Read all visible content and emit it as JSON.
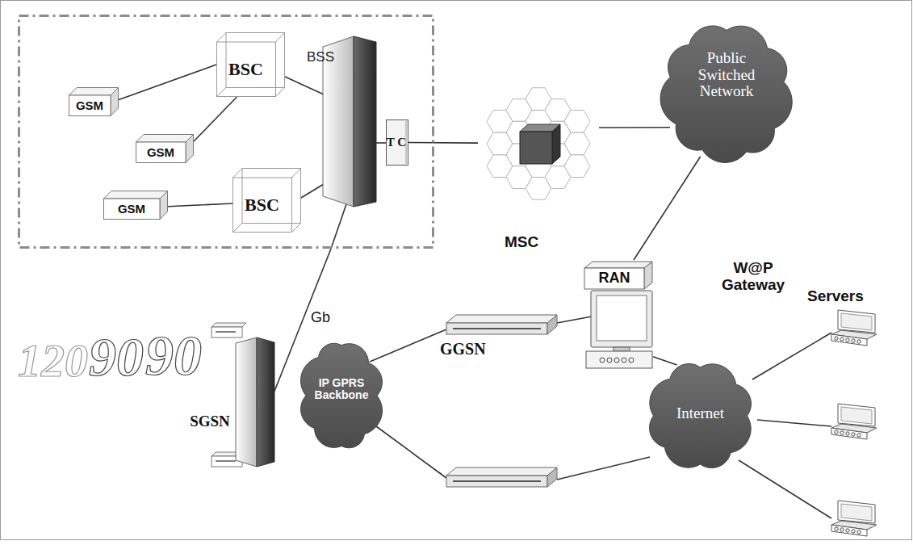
{
  "diagram": {
    "nodes": [
      {
        "text": [
          "BSS"
        ]
      },
      {
        "text": [
          "GSM"
        ],
        "in": 0
      },
      {
        "text": [
          "GSM"
        ],
        "in": 0
      },
      {
        "text": [
          "GSM"
        ],
        "in": 0
      },
      {
        "text": [
          "BSC"
        ],
        "in": 0
      },
      {
        "text": [
          "BSC"
        ],
        "in": 0
      },
      {
        "text": [
          "T C"
        ],
        "in": 0
      },
      {
        "text": [
          "MSC"
        ]
      },
      {
        "text": [
          "Public Switched Network"
        ]
      },
      {
        "text": [
          "RAN"
        ]
      },
      {
        "text": [
          "SGSN"
        ]
      },
      {
        "text": [
          "IP GPRS Backbone"
        ]
      },
      {
        "text": [
          "Internet"
        ]
      }
    ],
    "edges": [
      {
        "from": 1,
        "to": 4,
        "arrow": "none"
      },
      {
        "from": 2,
        "to": 4,
        "arrow": "none"
      },
      {
        "from": 3,
        "to": 5,
        "arrow": "none"
      },
      {
        "from": 6,
        "to": 7,
        "arrow": "none"
      },
      {
        "from": 7,
        "to": 8,
        "arrow": "none"
      },
      {
        "from": 8,
        "to": 9,
        "arrow": "none"
      },
      {
        "from": 0,
        "to": 10,
        "label": "Gb",
        "arrow": "none"
      },
      {
        "from": 9,
        "to": 12,
        "arrow": "none"
      }
    ],
    "labels": [
      "W@P Gateway",
      "GGSN",
      "Servers",
      "120",
      "90",
      "90"
    ]
  }
}
